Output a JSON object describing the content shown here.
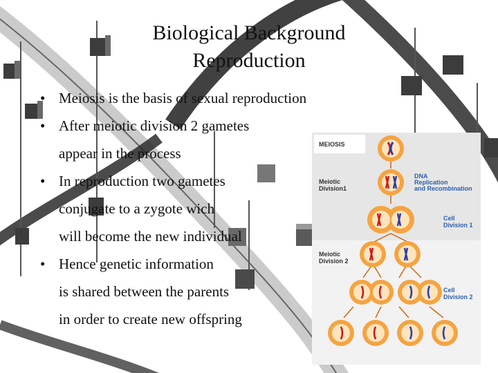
{
  "title": {
    "line1": "Biological Background",
    "line2": "Reproduction"
  },
  "bullets": [
    {
      "bullet": "•",
      "lines": [
        "Meiosis is the basis of sexual reproduction"
      ]
    },
    {
      "bullet": "•",
      "lines": [
        "After meiotic division 2 gametes",
        "appear in the process"
      ]
    },
    {
      "bullet": "•",
      "lines": [
        "In reproduction two gametes",
        "conjugate to a zygote wich",
        "will become the new individual"
      ]
    },
    {
      "bullet": "•",
      "lines": [
        "Hence genetic information",
        "is shared between the parents",
        "in order to create new offspring"
      ]
    }
  ],
  "figure": {
    "header": "MEIOSIS",
    "label_meiotic_div1": [
      "Meiotic",
      "Division1"
    ],
    "label_dna": [
      "DNA",
      "Replication",
      "and Recombination"
    ],
    "label_cell_div1": [
      "Cell",
      "Division 1"
    ],
    "label_meiotic_div2": [
      "Meiotic",
      "Division 2"
    ],
    "label_cell_div2": [
      "Cell",
      "Division 2"
    ]
  },
  "colors": {
    "background": "#ffffff",
    "band_gray": "#c8c8c8",
    "band_dark": "#3a3a3a",
    "cell_fill": "#f4a442",
    "cell_inner": "#fde4bd",
    "label_blue": "#2b5fae",
    "chromosome_red": "#cc1a1a",
    "chromosome_blue": "#2a3fa8"
  }
}
